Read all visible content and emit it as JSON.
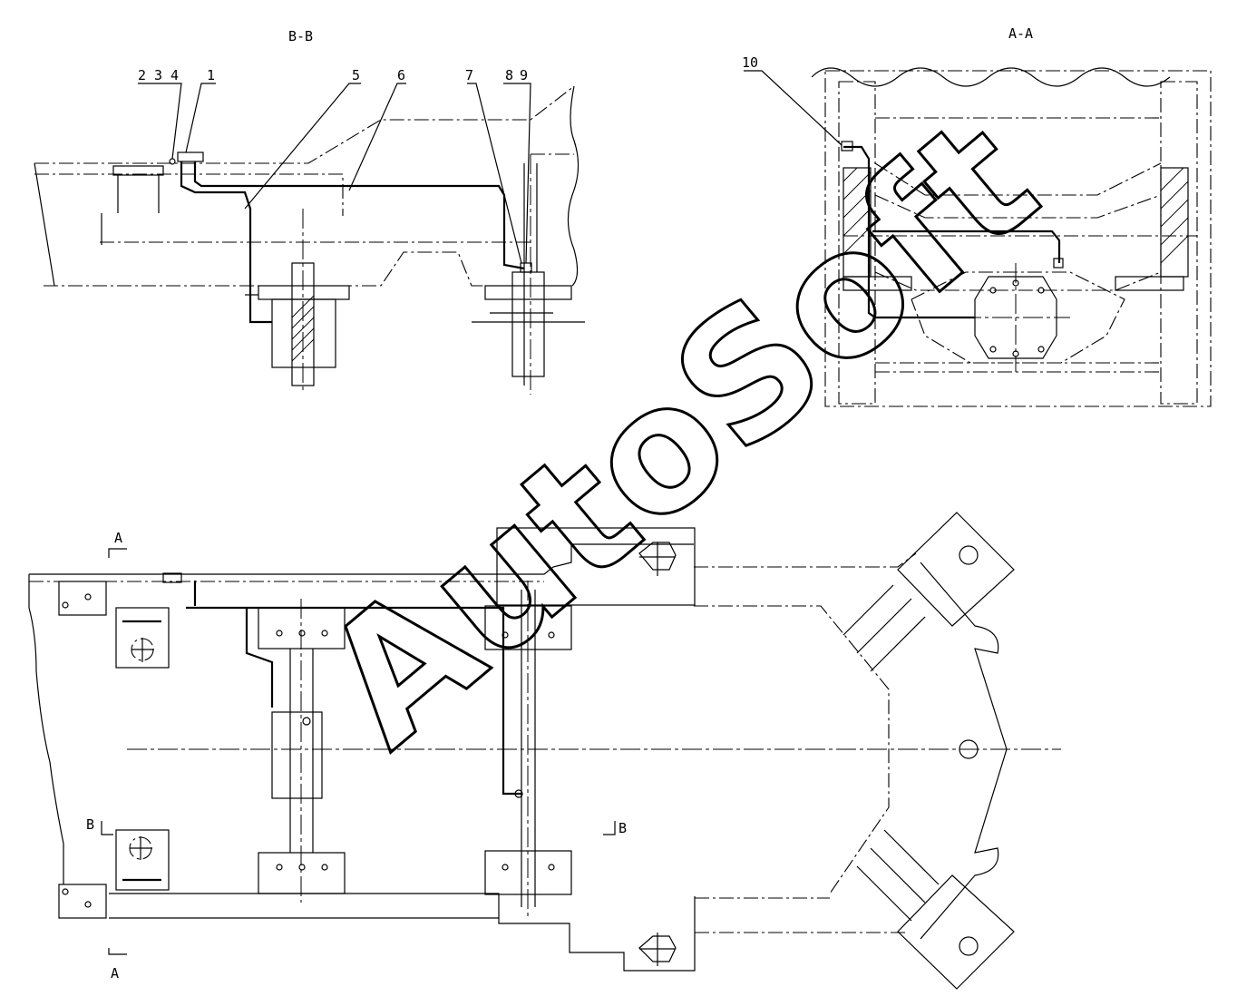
{
  "views": {
    "section_bb": {
      "title": "B-B"
    },
    "section_aa": {
      "title": "A-A"
    }
  },
  "callouts": {
    "c1": "1",
    "c2": "2",
    "c3": "3",
    "c4": "4",
    "c5": "5",
    "c6": "6",
    "c7": "7",
    "c8": "8",
    "c9": "9",
    "c10": "10"
  },
  "section_markers": {
    "a_top": "A",
    "a_bottom": "A",
    "b_left": "B",
    "b_right": "B"
  },
  "watermark": {
    "text": "AutoSoft"
  }
}
